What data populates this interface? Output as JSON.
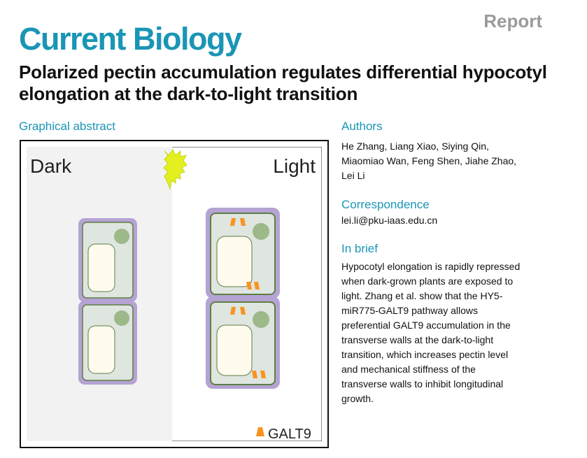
{
  "header": {
    "report_label": "Report",
    "journal": "Current Biology",
    "title": "Polarized pectin accumulation regulates differential hypocotyl elongation at the dark-to-light transition"
  },
  "graphical_abstract": {
    "heading": "Graphical abstract",
    "dark_label": "Dark",
    "light_label": "Light",
    "legend_label": "GALT9",
    "colors": {
      "accent": "#1a95b6",
      "galt9": "#f79420",
      "cell_wall": "#b4a3d3",
      "light_burst": "#e3ef1e"
    }
  },
  "authors": {
    "heading": "Authors",
    "lines": [
      "He Zhang, Liang Xiao, Siying Qin,",
      "Miaomiao Wan, Feng Shen, Jiahe Zhao,",
      "Lei Li"
    ]
  },
  "correspondence": {
    "heading": "Correspondence",
    "email": "lei.li@pku-iaas.edu.cn"
  },
  "in_brief": {
    "heading": "In brief",
    "lines": [
      "Hypocotyl elongation is rapidly repressed",
      "when dark-grown plants are exposed to",
      "light. Zhang et al. show that the HY5-",
      "miR775-GALT9 pathway allows",
      "preferential GALT9 accumulation in the",
      "transverse walls at the dark-to-light",
      "transition, which increases pectin level",
      "and mechanical stiffness of the",
      "transverse walls to inhibit longitudinal",
      "growth."
    ]
  }
}
